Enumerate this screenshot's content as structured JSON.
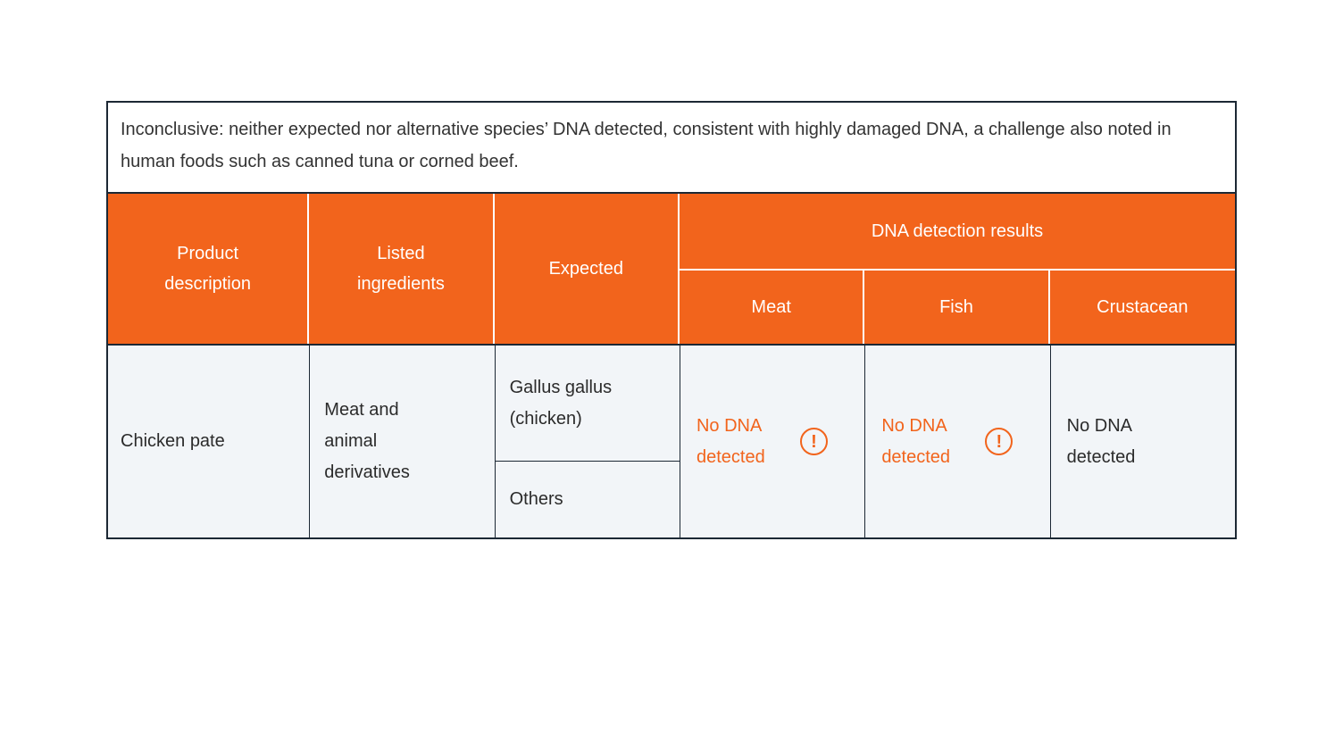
{
  "note": {
    "text": "Inconclusive: neither expected nor alternative species’ DNA detected, consistent with highly damaged DNA, a challenge also noted in human foods such as canned tuna or corned beef."
  },
  "table": {
    "headers": {
      "product_description": "Product description",
      "listed_ingredients": "Listed ingredients",
      "expected": "Expected",
      "dna_results": "DNA detection results",
      "sub_columns": [
        "Meat",
        "Fish",
        "Crustacean"
      ]
    },
    "row": {
      "product_description": "Chicken pate",
      "listed_ingredients": "Meat and animal derivatives",
      "expected_species": "Gallus gallus (chicken)",
      "expected_others": "Others",
      "meat_result": "No DNA detected",
      "fish_result": "No DNA detected",
      "crustacean_result": "No DNA detected",
      "meat_warning": "true",
      "fish_warning": "true",
      "crustacean_warning": "false"
    }
  },
  "icons": {
    "warning": "!"
  },
  "colors": {
    "accent_orange": "#F2641C",
    "header_text": "#FFFFFF",
    "body_background": "#F2F5F8",
    "border_dark": "#1C2834",
    "text_dark": "#2B2B2B"
  }
}
